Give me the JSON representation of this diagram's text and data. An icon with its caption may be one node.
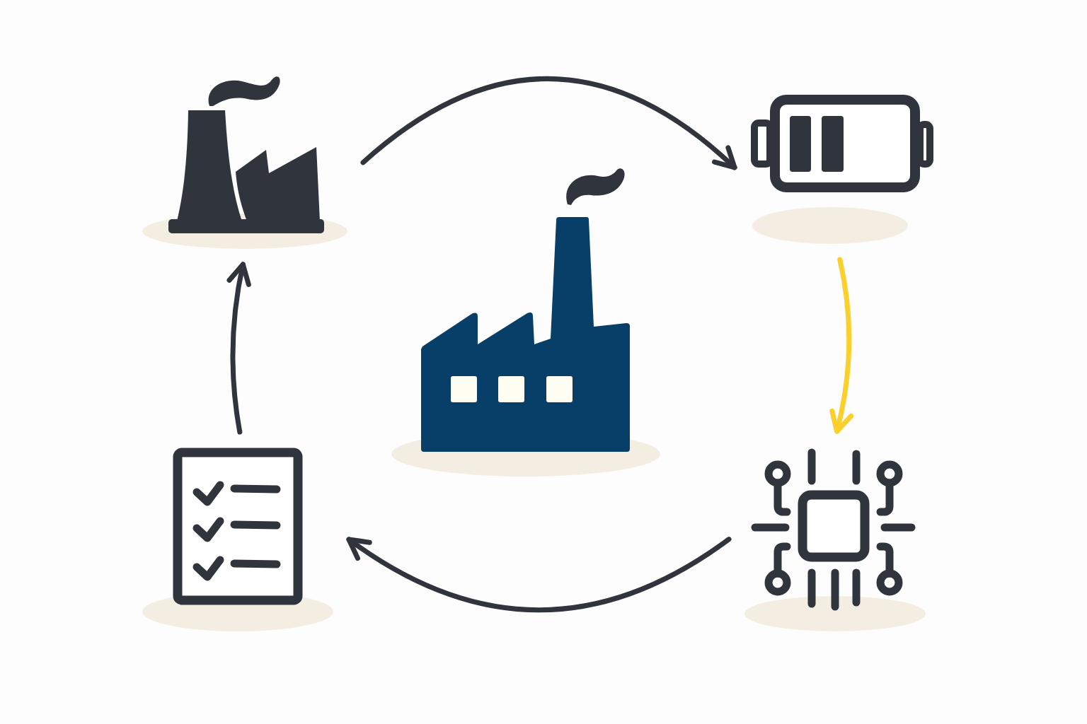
{
  "diagram": {
    "nodes": [
      {
        "text": [],
        "shape": "picture"
      },
      {
        "text": [],
        "shape": "picture"
      },
      {
        "text": [],
        "shape": "picture"
      },
      {
        "text": [],
        "shape": "picture"
      },
      {
        "text": [],
        "shape": "picture"
      }
    ],
    "edges": [
      {
        "from": 0,
        "to": 1,
        "arrow": "to"
      },
      {
        "from": 1,
        "to": 4,
        "arrow": "to",
        "color": "#fbd02d"
      },
      {
        "from": 4,
        "to": 3,
        "arrow": "to"
      },
      {
        "from": 3,
        "to": 0,
        "arrow": "to"
      }
    ]
  }
}
